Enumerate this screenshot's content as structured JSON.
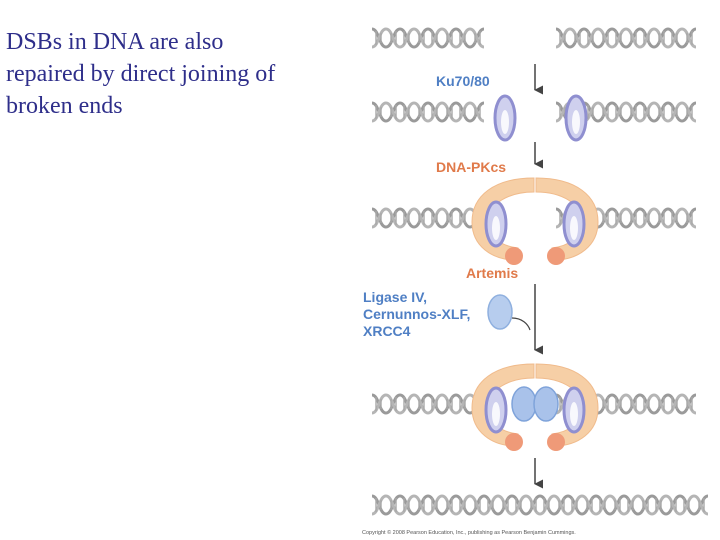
{
  "slide": {
    "title_lines": [
      "DSBs in DNA are also",
      "repaired by direct joining of",
      "broken ends"
    ]
  },
  "diagram": {
    "labels": {
      "ku": "Ku70/80",
      "dna_pkcs": "DNA-PKcs",
      "artemis": "Artemis",
      "ligase_lines": [
        "Ligase IV,",
        "Cernunnos-XLF,",
        "XRCC4"
      ]
    },
    "copyright": "Copyright © 2008 Pearson Education, Inc., publishing as Pearson Benjamin Cummings.",
    "colors": {
      "title_text": "#2e2e8a",
      "label_blue": "#4f7fc4",
      "label_orange": "#e07a4a",
      "dna_strand": "#9a9a9a",
      "ku_ring": "#8f8fd0",
      "pkcs_body": "#f6cfa6",
      "pkcs_tip": "#ef9a78",
      "ligase": "#8fb0df"
    }
  }
}
